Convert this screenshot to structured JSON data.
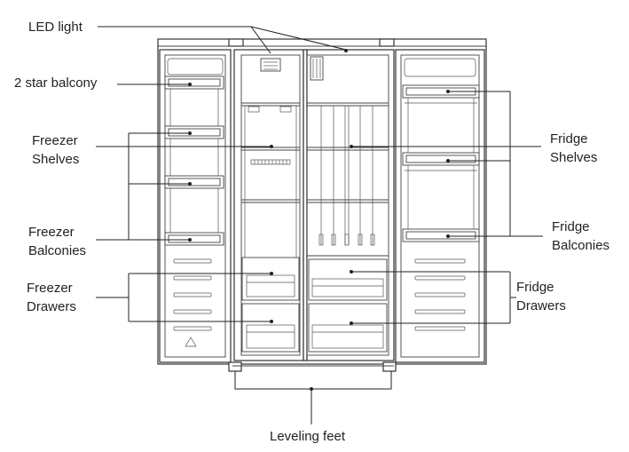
{
  "labels": {
    "led_light": "LED light",
    "star_balcony": "2 star balcony",
    "freezer_shelves": [
      "Freezer",
      "Shelves"
    ],
    "freezer_balconies": [
      "Freezer",
      "Balconies"
    ],
    "freezer_drawers": [
      "Freezer",
      "Drawers"
    ],
    "fridge_shelves": [
      "Fridge",
      "Shelves"
    ],
    "fridge_balconies": [
      "Fridge",
      "Balconies"
    ],
    "fridge_drawers": [
      "Fridge",
      "Drawers"
    ],
    "leveling_feet": "Leveling feet"
  },
  "colors": {
    "line": "#222222",
    "frame": "#333333",
    "background": "#ffffff"
  }
}
